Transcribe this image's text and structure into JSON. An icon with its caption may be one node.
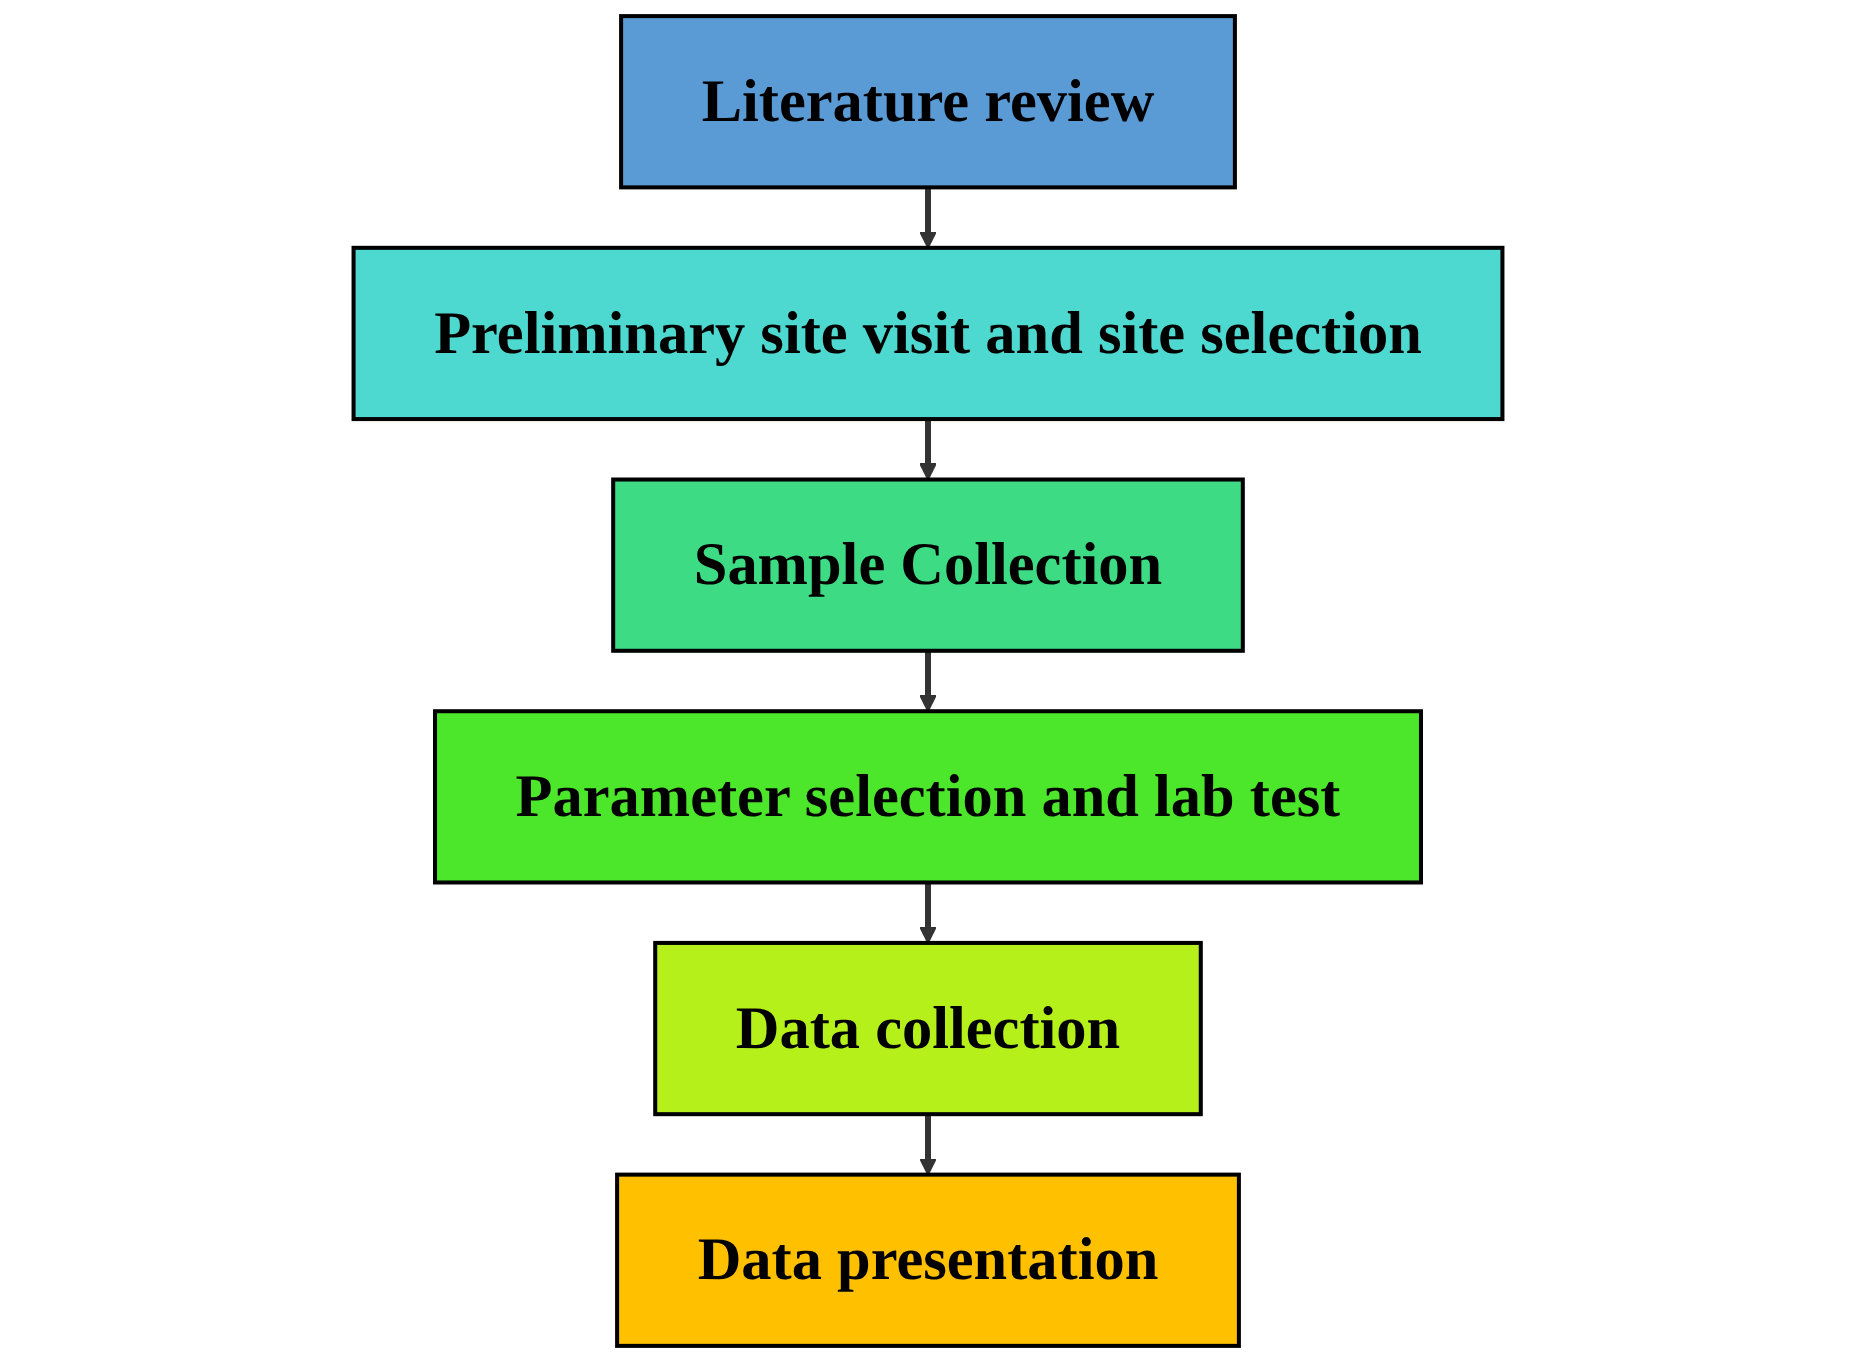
{
  "diagram": {
    "nodes": [
      {
        "text": [
          "Literature review"
        ]
      },
      {
        "text": [
          "Preliminary site visit and site selection"
        ]
      },
      {
        "text": [
          "Sample Collection"
        ]
      },
      {
        "text": [
          "Parameter selection and lab test"
        ]
      },
      {
        "text": [
          "Data collection"
        ]
      },
      {
        "text": [
          "Data presentation"
        ]
      }
    ],
    "edges": [
      {
        "from": 0,
        "to": 1,
        "arrow": "to"
      },
      {
        "from": 1,
        "to": 2,
        "arrow": "to"
      },
      {
        "from": 2,
        "to": 3,
        "arrow": "to"
      },
      {
        "from": 3,
        "to": 4,
        "arrow": "to"
      },
      {
        "from": 4,
        "to": 5,
        "arrow": "to"
      }
    ]
  }
}
